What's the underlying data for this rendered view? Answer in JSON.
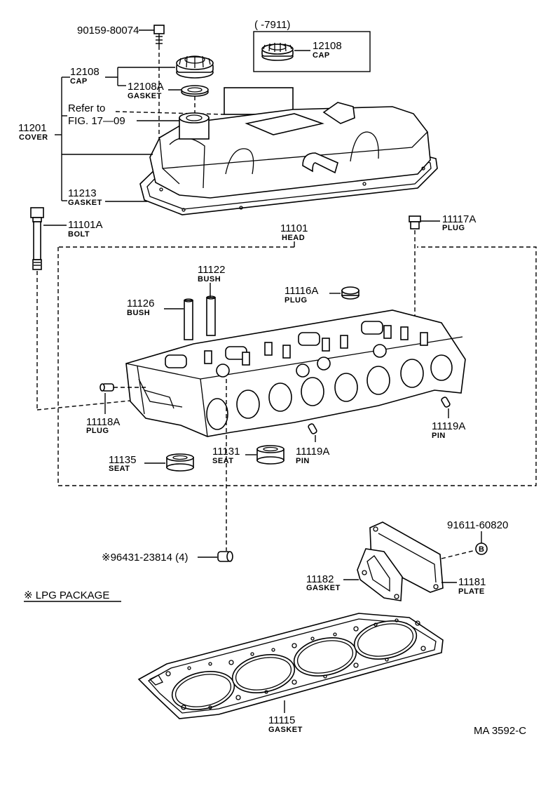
{
  "inset": {
    "range": "(      -7911)",
    "part_no": "12108",
    "part_name": "CAP"
  },
  "callouts": {
    "bolt_top": {
      "no": "90159-80074"
    },
    "cap": {
      "no": "12108",
      "name": "CAP"
    },
    "cap_gasket": {
      "no": "12108A",
      "name": "GASKET"
    },
    "refer": {
      "line1": "Refer to",
      "line2": "FIG. 17—09"
    },
    "cover": {
      "no": "11201",
      "name": "COVER"
    },
    "cover_gasket": {
      "no": "11213",
      "name": "GASKET"
    },
    "bolt": {
      "no": "11101A",
      "name": "BOLT"
    },
    "head": {
      "no": "11101",
      "name": "HEAD"
    },
    "plug_top": {
      "no": "11117A",
      "name": "PLUG"
    },
    "bush1": {
      "no": "11122",
      "name": "BUSH"
    },
    "bush2": {
      "no": "11126",
      "name": "BUSH"
    },
    "plug_mid": {
      "no": "11116A",
      "name": "PLUG"
    },
    "plug_left": {
      "no": "11118A",
      "name": "PLUG"
    },
    "pin_right": {
      "no": "11119A",
      "name": "PIN"
    },
    "pin_mid": {
      "no": "11119A",
      "name": "PIN"
    },
    "seat1": {
      "no": "11135",
      "name": "SEAT"
    },
    "seat2": {
      "no": "11131",
      "name": "SEAT"
    },
    "lpg_part": {
      "no": "※96431-23814 (4)"
    },
    "screw": {
      "no": "91611-60820",
      "symbol": "B"
    },
    "plate_gasket": {
      "no": "11182",
      "name": "GASKET"
    },
    "plate": {
      "no": "11181",
      "name": "PLATE"
    },
    "head_gasket": {
      "no": "11115",
      "name": "GASKET"
    }
  },
  "legend": {
    "lpg": "※ LPG PACKAGE"
  },
  "figure_code": "MA 3592-C"
}
